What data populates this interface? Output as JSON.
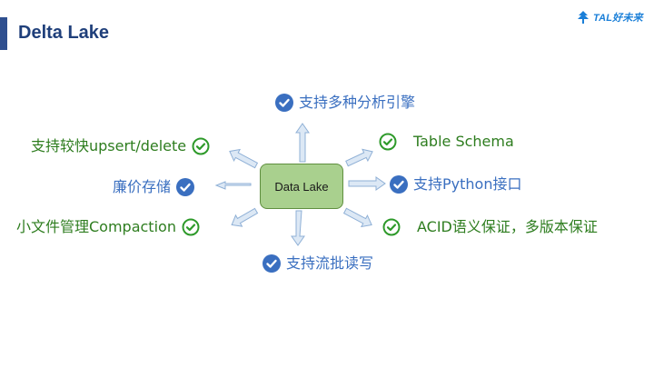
{
  "header": {
    "title": "Delta Lake",
    "logo_text": "TAL好未来"
  },
  "diagram": {
    "center_label": "Data Lake",
    "features": [
      {
        "label": "支持多种分析引擎",
        "color": "#3a6fc0",
        "icon": "blue-check-badge-icon"
      },
      {
        "label": "Table Schema",
        "color": "#2e7d1f",
        "icon": "green-check-circle-icon"
      },
      {
        "label": "支持Python接口",
        "color": "#3a6fc0",
        "icon": "blue-check-badge-icon"
      },
      {
        "label": "ACID语义保证，多版本保证",
        "color": "#2e7d1f",
        "icon": "green-check-circle-icon"
      },
      {
        "label": "支持流批读写",
        "color": "#3a6fc0",
        "icon": "blue-check-badge-icon"
      },
      {
        "label": "小文件管理Compaction",
        "color": "#2e7d1f",
        "icon": "green-check-circle-icon"
      },
      {
        "label": "廉价存储",
        "color": "#3a6fc0",
        "icon": "blue-check-badge-icon"
      },
      {
        "label": "支持较快upsert/delete",
        "color": "#2e7d1f",
        "icon": "green-check-circle-icon"
      }
    ]
  },
  "colors": {
    "title": "#1f3f7a",
    "accent_bar": "#2f4f8f",
    "center_fill": "#a9d08e",
    "center_border": "#5f8f3f",
    "arrow_fill": "#dce8f5",
    "arrow_stroke": "#8fb0d6"
  }
}
